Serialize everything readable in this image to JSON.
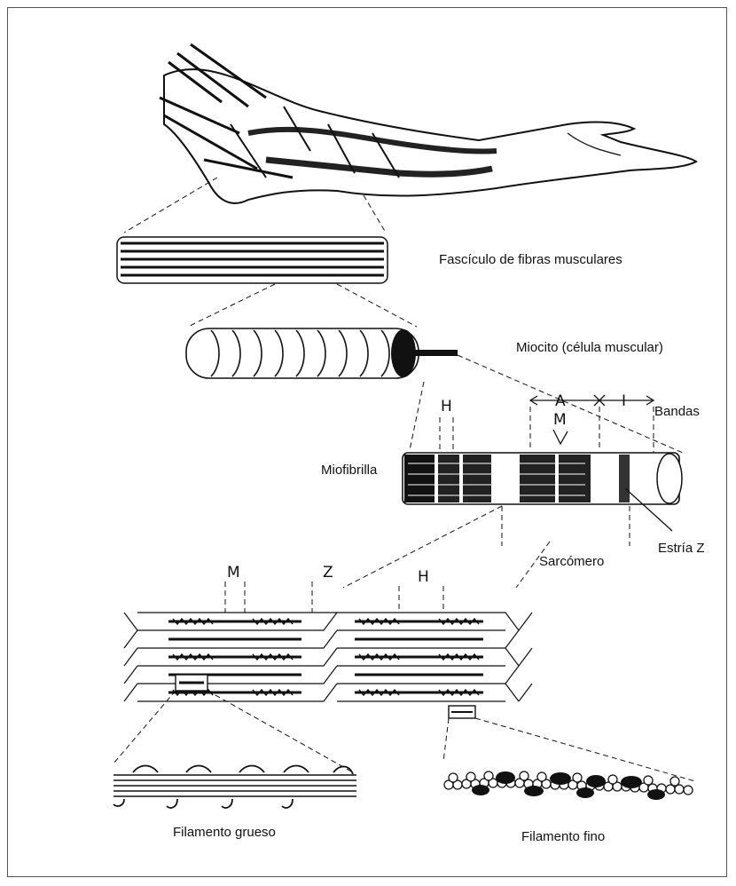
{
  "labels": {
    "fasciculo": "Fascículo de fibras musculares",
    "miocito": "Miocito (célula muscular)",
    "bandas": "Bandas",
    "miofibrilla": "Miofibrilla",
    "sarcomero": "Sarcómero",
    "estria_z": "Estría Z",
    "filamento_grueso": "Filamento grueso",
    "filamento_fino": "Filamento fino"
  },
  "band_letters": {
    "h_top": "H",
    "a": "A",
    "i": "I",
    "m_top": "M",
    "m_bottom": "M",
    "z_bottom": "Z",
    "h_bottom": "H"
  }
}
